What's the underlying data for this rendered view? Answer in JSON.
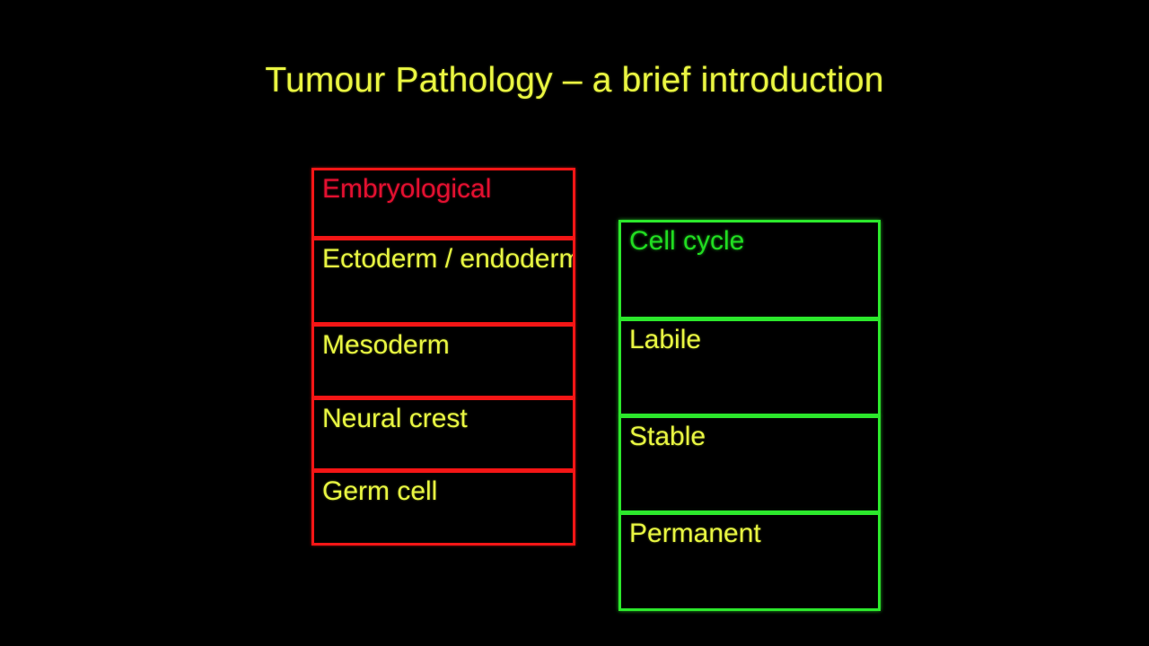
{
  "slide": {
    "background_color": "#000000",
    "title": "Tumour Pathology – a brief introduction",
    "title_color": "#eaf542"
  },
  "embryological_group": {
    "name": "Embryological",
    "border_color": "#f41616",
    "boxes": [
      {
        "label": "Embryological",
        "text_color": "#e31030"
      },
      {
        "label": "Ectoderm / endoderm",
        "text_color": "#e8f542"
      },
      {
        "label": "Mesoderm",
        "text_color": "#e8f542"
      },
      {
        "label": "Neural crest",
        "text_color": "#e8f542"
      },
      {
        "label": "Germ cell",
        "text_color": "#e8f542"
      }
    ]
  },
  "cell_cycle_group": {
    "name": "Cell cycle",
    "border_color": "#2ce82c",
    "boxes": [
      {
        "label": "Cell cycle",
        "text_color": "#21dd21"
      },
      {
        "label": "Labile",
        "text_color": "#e8f542"
      },
      {
        "label": "Stable",
        "text_color": "#e8f542"
      },
      {
        "label": "Permanent",
        "text_color": "#e8f542"
      }
    ]
  }
}
